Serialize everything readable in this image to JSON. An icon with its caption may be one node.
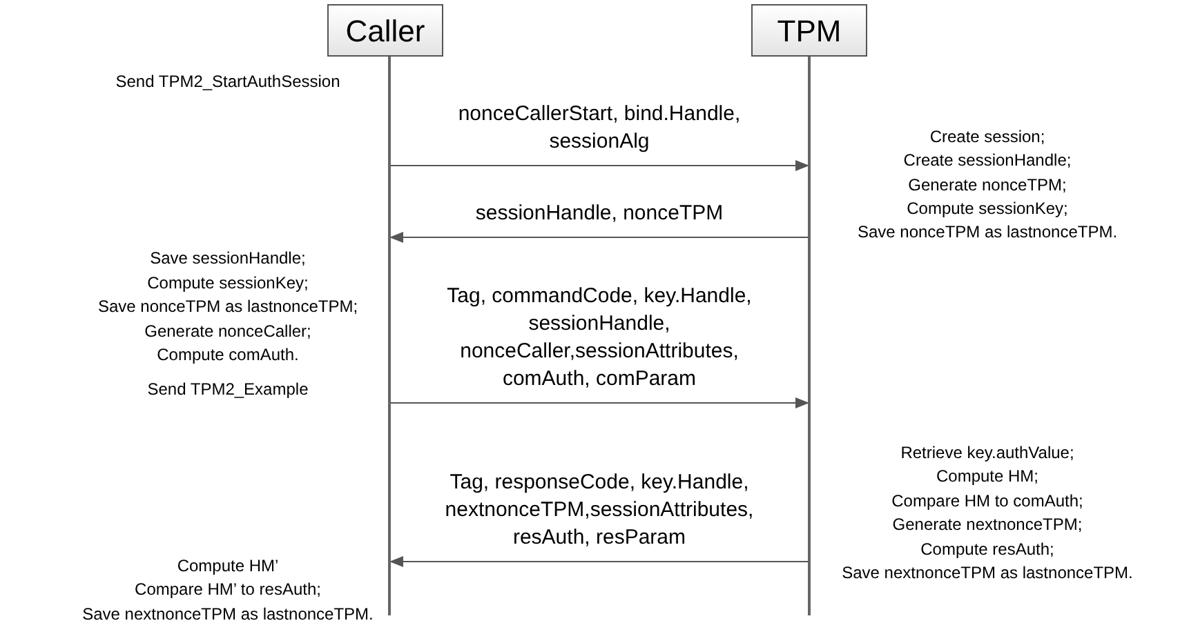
{
  "diagram": {
    "nodes": [
      {
        "text": [
          "Caller"
        ]
      },
      {
        "text": [
          "TPM"
        ]
      },
      {
        "text": [],
        "shape": "bar"
      },
      {
        "text": [],
        "shape": "bar"
      }
    ],
    "edges": [
      {
        "from": 2,
        "to": 3,
        "arrow": "to",
        "label": "nonceCallerStart, bind.Handle, sessionAlg"
      },
      {
        "from": 3,
        "to": 2,
        "arrow": "to",
        "label": "sessionHandle, nonceTPM"
      },
      {
        "from": 2,
        "to": 3,
        "arrow": "to",
        "label": "Tag, commandCode, key.Handle, sessionHandle, nonceCaller,sessionAttributes, comAuth, comParam"
      },
      {
        "from": 3,
        "to": 2,
        "arrow": "to",
        "label": "Tag, responseCode, key.Handle, nextnonceTPM,sessionAttributes, resAuth, resParam"
      }
    ],
    "labels": [
      "Send TPM2_StartAuthSession",
      "Create session;",
      "Create sessionHandle;",
      "Generate nonceTPM;",
      "Compute sessionKey;",
      "Save nonceTPM as lastnonceTPM.",
      "Save sessionHandle;",
      "Compute sessionKey;",
      "Save nonceTPM as lastnonceTPM;",
      "Generate nonceCaller;",
      "Compute comAuth.",
      "Send TPM2_Example",
      "Retrieve key.authValue;",
      "Compute HM;",
      "Compare HM to comAuth;",
      "Generate nextnonceTPM;",
      "Compute resAuth;",
      "Save nextnonceTPM as lastnonceTPM.",
      "Compute HM’",
      "Compare HM’ to resAuth;",
      "Save nextnonceTPM as lastnonceTPM."
    ]
  }
}
